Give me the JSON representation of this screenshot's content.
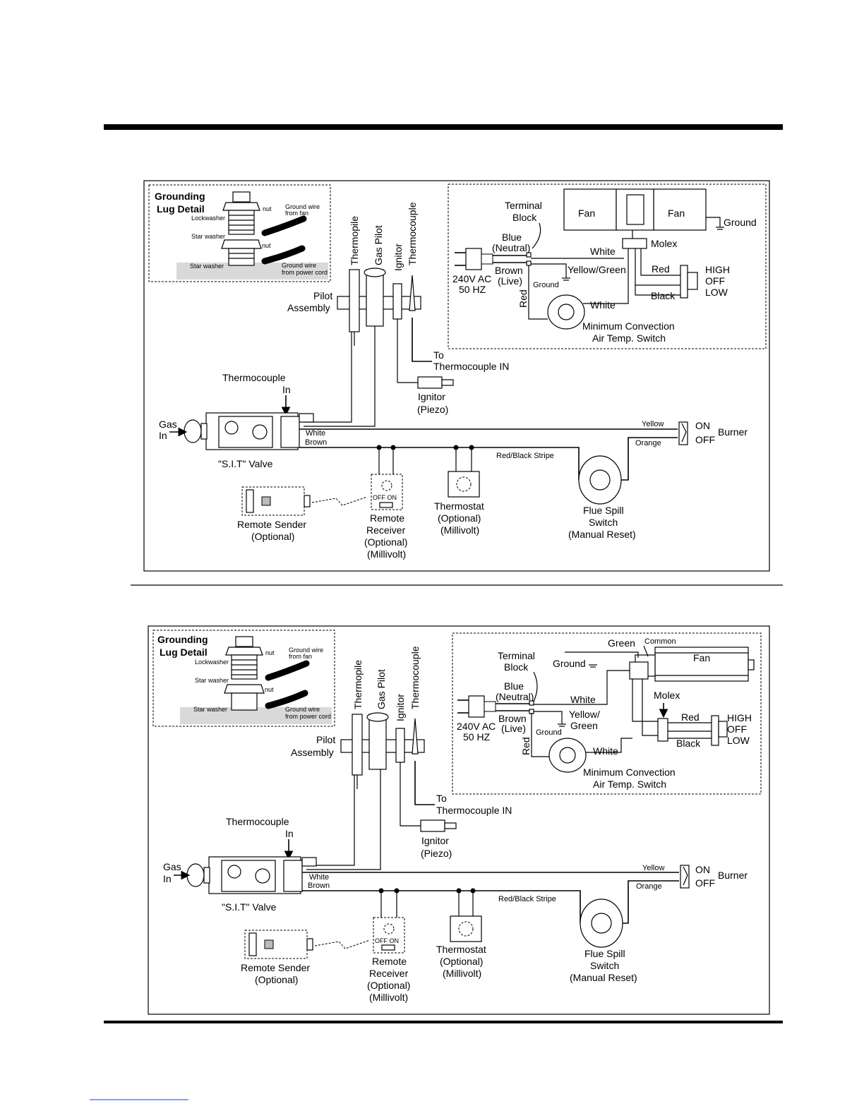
{
  "labels": {
    "grounding": "Grounding",
    "lug_detail": "Lug Detail",
    "nut": "nut",
    "lockwasher": "Lockwasher",
    "star_washer": "Star washer",
    "ground_wire_from_fan_1": "Ground wire",
    "ground_wire_from_fan_2": "from fan",
    "ground_wire_from_cord_1": "Ground wire",
    "ground_wire_from_cord_2": "from power cord",
    "thermopile": "Thermopile",
    "gas_pilot": "Gas Pilot",
    "ignitor": "Ignitor",
    "thermocouple": "Thermocouple",
    "pilot": "Pilot",
    "assembly": "Assembly",
    "to": "To",
    "thermocouple_in_label": "Thermocouple IN",
    "ignitor_piezo_1": "Ignitor",
    "ignitor_piezo_2": "(Piezo)",
    "tc_in_1": "Thermocouple",
    "tc_in_2": "In",
    "gas": "Gas",
    "in": "In",
    "white": "White",
    "brown": "Brown",
    "sit_valve": "\"S.I.T\" Valve",
    "yellow": "Yellow",
    "orange": "Orange",
    "on": "ON",
    "off": "OFF",
    "burner": "Burner",
    "red_black_stripe": "Red/Black Stripe",
    "remote_sender_1": "Remote Sender",
    "optional": "(Optional)",
    "remote_1": "Remote",
    "receiver": "Receiver",
    "millivolt": "(Millivolt)",
    "off_on": "OFF ON",
    "thermostat": "Thermostat",
    "flue_spill": "Flue Spill",
    "switch": "Switch",
    "manual_reset": "(Manual Reset)",
    "terminal": "Terminal",
    "block": "Block",
    "blue": "Blue",
    "neutral": "(Neutral)",
    "brown_live_1": "Brown",
    "live": "(Live)",
    "v240": "240V AC",
    "hz50": "50 HZ",
    "ground": "Ground",
    "fan": "Fan",
    "molex": "Molex",
    "yellow_green": "Yellow/Green",
    "yellow_slash": "Yellow/",
    "green": "Green",
    "red": "Red",
    "black": "Black",
    "high": "HIGH",
    "low": "LOW",
    "min_conv_1": "Minimum Convection",
    "min_conv_2": "Air Temp. Switch",
    "common": "Common"
  }
}
